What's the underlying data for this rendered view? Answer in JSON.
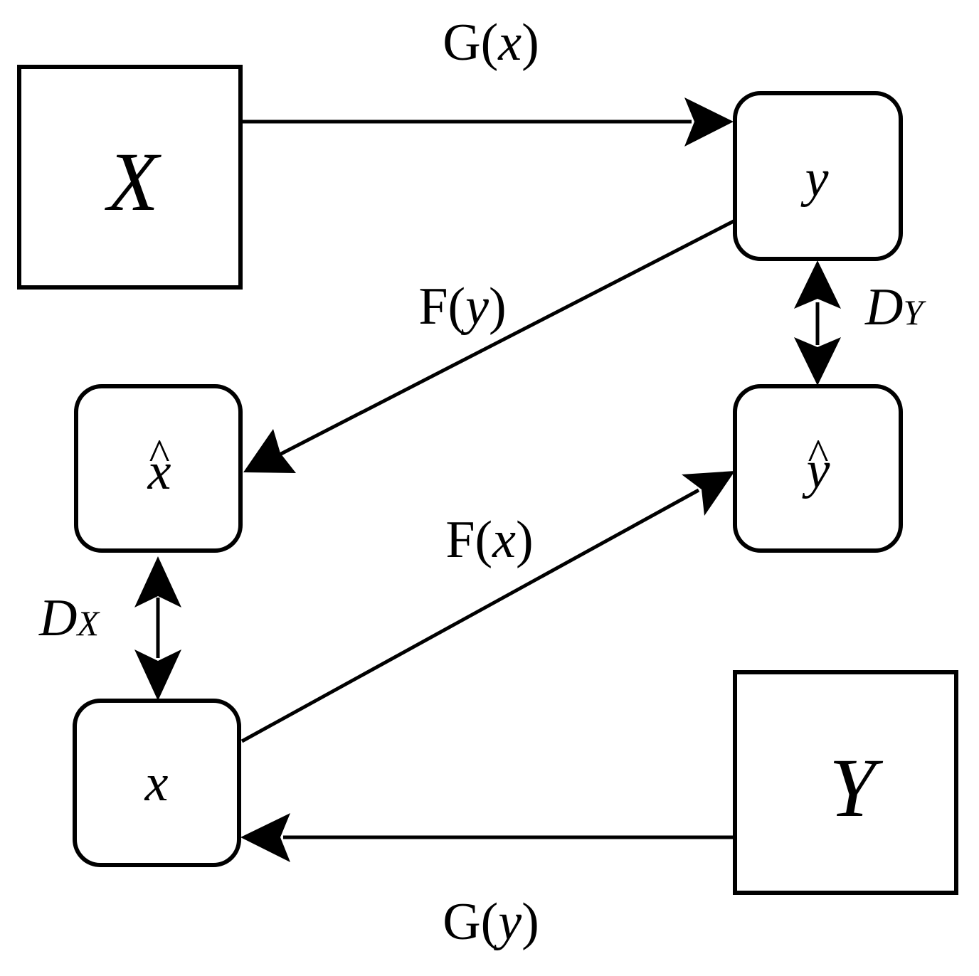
{
  "nodes": {
    "domain_x": {
      "var": "X"
    },
    "domain_y": {
      "var": "Y"
    },
    "sample_y": {
      "var": "y"
    },
    "recon_x": {
      "var": "x",
      "accent": "^"
    },
    "recon_y": {
      "var": "y",
      "accent": "^"
    },
    "sample_x": {
      "var": "x"
    }
  },
  "edges": {
    "g_x": {
      "func": "G",
      "open": "(",
      "arg": "x",
      "close": ")"
    },
    "f_y": {
      "func": "F",
      "open": "(",
      "arg": "y",
      "close": ")"
    },
    "f_x": {
      "func": "F",
      "open": "(",
      "arg": "x",
      "close": ")"
    },
    "g_y": {
      "func": "G",
      "open": "(",
      "arg": "y",
      "close": ")"
    }
  },
  "discriminators": {
    "d_y": {
      "main": "D",
      "sub": "Y"
    },
    "d_x": {
      "main": "D",
      "sub": "X"
    }
  },
  "colors": {
    "stroke": "#000000",
    "background": "#ffffff"
  }
}
